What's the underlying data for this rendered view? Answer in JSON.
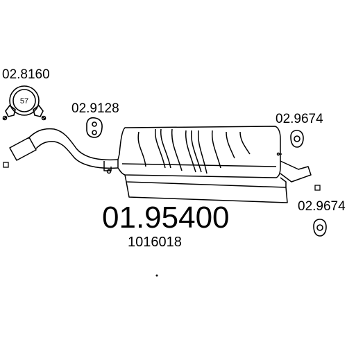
{
  "part_number": "01.95400",
  "oe_number": "1016018",
  "components": {
    "clamp": {
      "ref": "02.8160",
      "size": "57"
    },
    "rubber_mount": {
      "ref": "02.9128"
    },
    "ring_mount_upper": {
      "ref": "02.9674"
    },
    "ring_mount_lower": {
      "ref": "02.9674"
    }
  },
  "colors": {
    "line": "#000000",
    "background": "#ffffff"
  }
}
